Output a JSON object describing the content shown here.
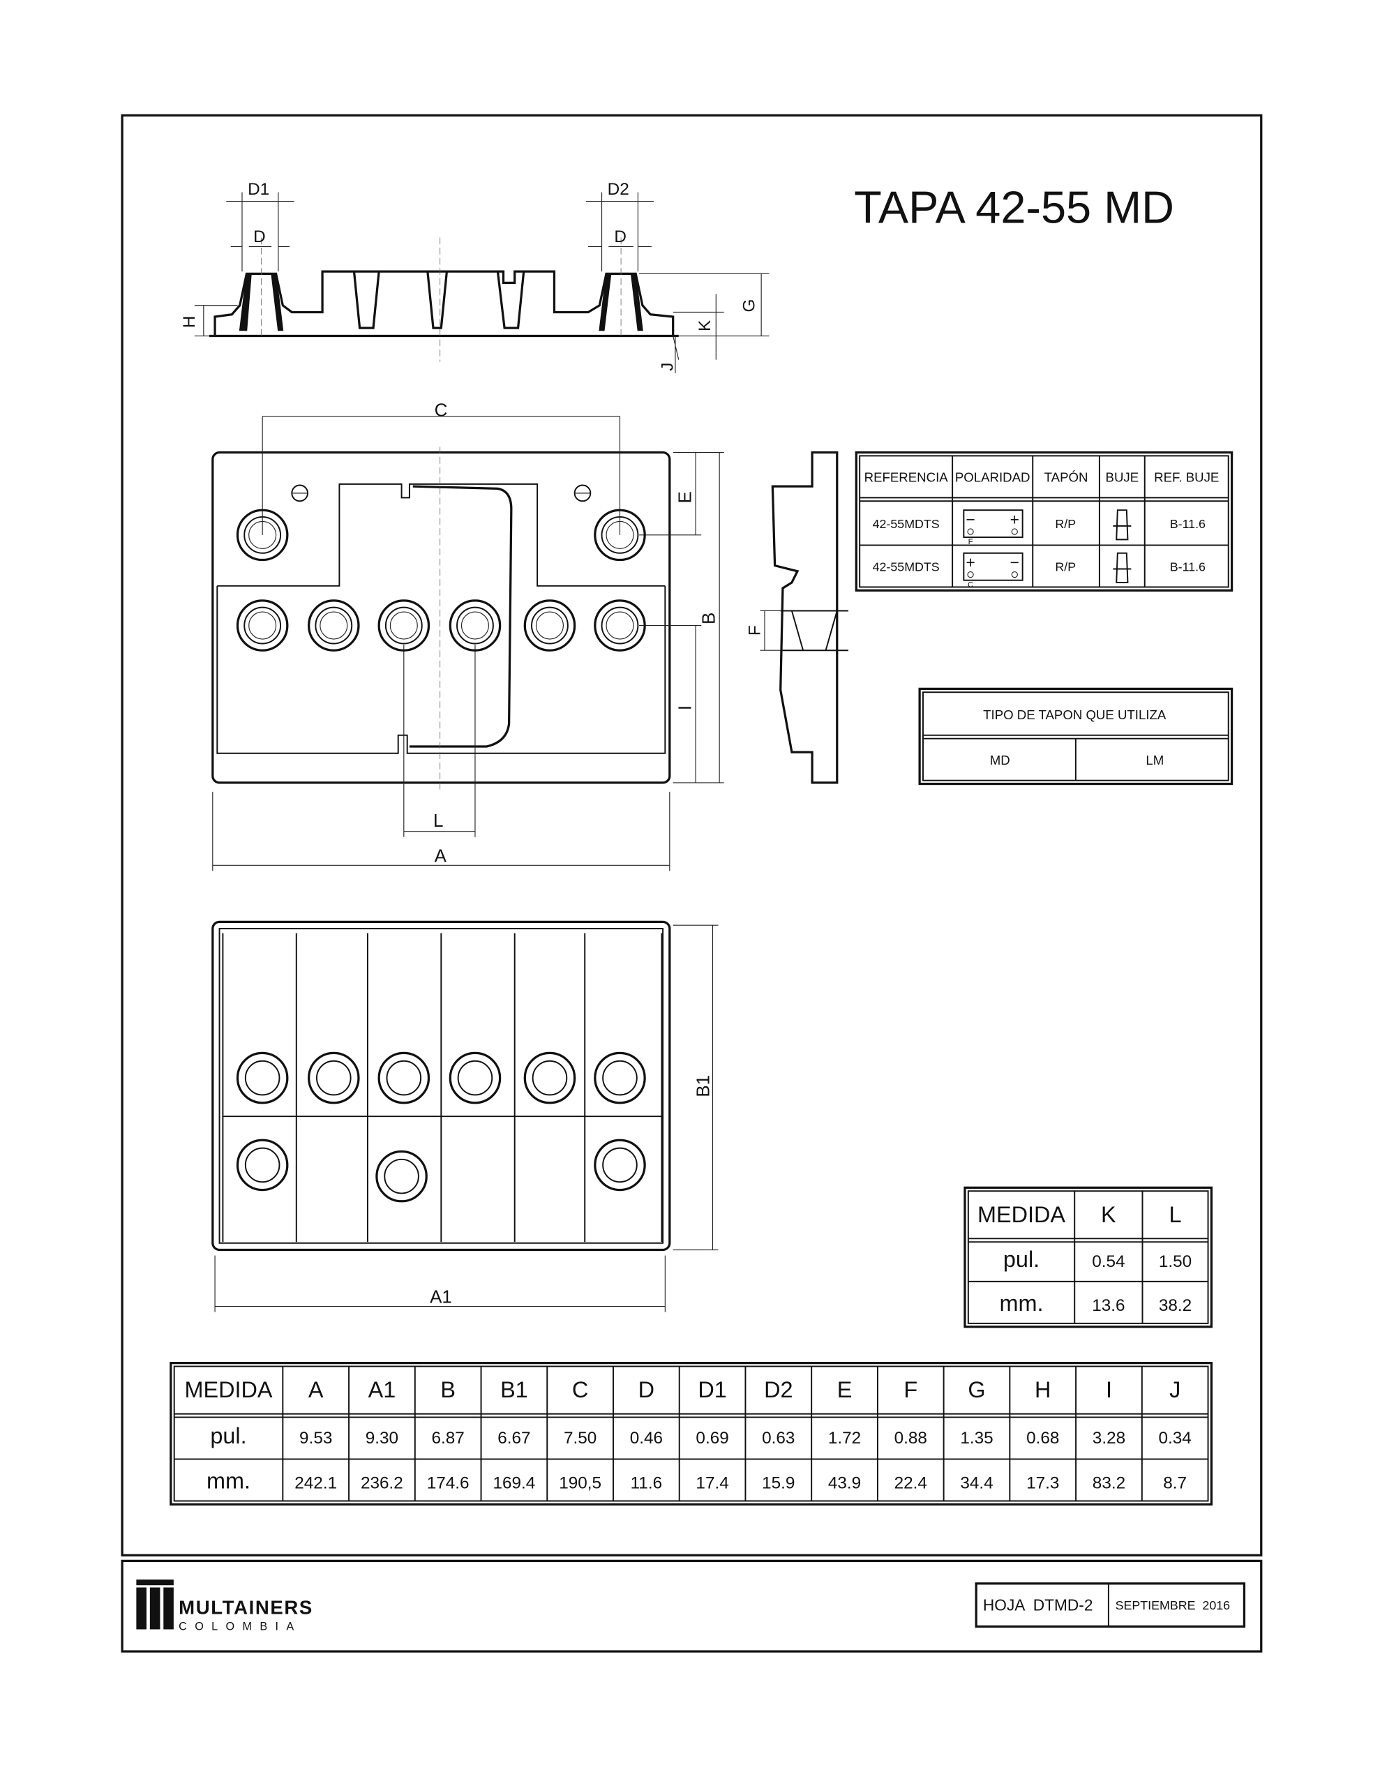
{
  "title": "TAPA 42-55 MD",
  "dimension_labels": {
    "d1": "D1",
    "d_left": "D",
    "d2": "D2",
    "d_right": "D",
    "h": "H",
    "g": "G",
    "k": "K",
    "j": "J",
    "c": "C",
    "b": "B",
    "e": "E",
    "i": "I",
    "l": "L",
    "a": "A",
    "f": "F",
    "b1": "B1",
    "a1": "A1"
  },
  "polarity_table": {
    "headers": [
      "REFERENCIA",
      "POLARIDAD",
      "TAPÓN",
      "BUJE",
      "REF. BUJE"
    ],
    "rows": [
      {
        "referencia": "42-55MDTS",
        "polarity_left": "−",
        "polarity_right": "+",
        "polarity_code": "F",
        "tapon": "R/P",
        "ref_buje": "B-11.6"
      },
      {
        "referencia": "42-55MDTS",
        "polarity_left": "+",
        "polarity_right": "−",
        "polarity_code": "C",
        "tapon": "R/P",
        "ref_buje": "B-11.6"
      }
    ]
  },
  "tapon_table": {
    "header": "TIPO DE TAPON QUE UTILIZA",
    "options": [
      "MD",
      "LM"
    ]
  },
  "kl_table": {
    "headers": [
      "MEDIDA",
      "K",
      "L"
    ],
    "rows": [
      [
        "pul.",
        "0.54",
        "1.50"
      ],
      [
        "mm.",
        "13.6",
        "38.2"
      ]
    ]
  },
  "measure_table": {
    "headers": [
      "MEDIDA",
      "A",
      "A1",
      "B",
      "B1",
      "C",
      "D",
      "D1",
      "D2",
      "E",
      "F",
      "G",
      "H",
      "I",
      "J"
    ],
    "rows": [
      [
        "pul.",
        "9.53",
        "9.30",
        "6.87",
        "6.67",
        "7.50",
        "0.46",
        "0.69",
        "0.63",
        "1.72",
        "0.88",
        "1.35",
        "0.68",
        "3.28",
        "0.34"
      ],
      [
        "mm.",
        "242.1",
        "236.2",
        "174.6",
        "169.4",
        "190,5",
        "11.6",
        "17.4",
        "15.9",
        "43.9",
        "22.4",
        "34.4",
        "17.3",
        "83.2",
        "8.7"
      ]
    ]
  },
  "footer": {
    "logo_name": "MULTAINERS",
    "logo_sub": "COLOMBIA",
    "sheet": "HOJA  DTMD-2",
    "date": "SEPTIEMBRE  2016"
  }
}
